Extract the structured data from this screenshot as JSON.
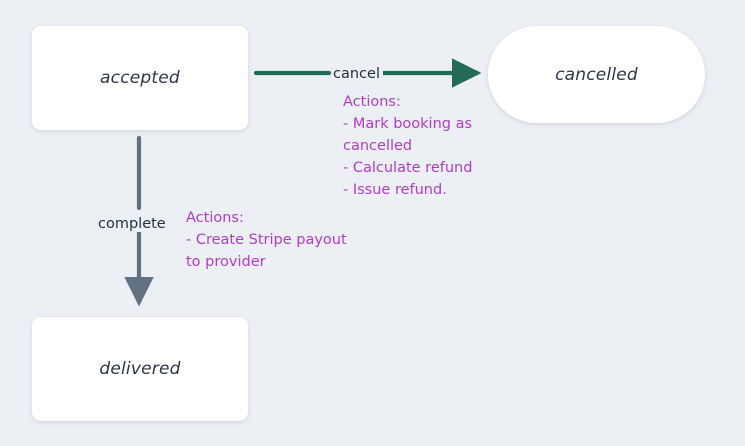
{
  "diagram": {
    "type": "state-machine",
    "background_color": "#eceff4",
    "nodes": [
      {
        "id": "accepted",
        "label": "accepted",
        "shape": "rounded-rect",
        "fill": "#ffffff",
        "text_color": "#2b3648"
      },
      {
        "id": "cancelled",
        "label": "cancelled",
        "shape": "stadium",
        "fill": "#ffffff",
        "text_color": "#2b3648"
      },
      {
        "id": "delivered",
        "label": "delivered",
        "shape": "rounded-rect",
        "fill": "#ffffff",
        "text_color": "#2b3648"
      }
    ],
    "edges": [
      {
        "id": "accepted-to-cancelled",
        "from": "accepted",
        "to": "cancelled",
        "label": "cancel",
        "color": "#226b57",
        "label_color": "#23303f",
        "direction": "right"
      },
      {
        "id": "accepted-to-delivered",
        "from": "accepted",
        "to": "delivered",
        "label": "complete",
        "color": "#5f7183",
        "label_color": "#23303f",
        "direction": "down"
      }
    ],
    "notes": [
      {
        "id": "cancel-actions",
        "attached_to": "accepted-to-cancelled",
        "color": "#b13ccb",
        "lines": [
          "Actions:",
          "- Mark booking as",
          "cancelled",
          "- Calculate refund",
          "- Issue refund."
        ]
      },
      {
        "id": "complete-actions",
        "attached_to": "accepted-to-delivered",
        "color": "#b13ccb",
        "lines": [
          "Actions:",
          "- Create Stripe payout",
          "to provider"
        ]
      }
    ]
  }
}
